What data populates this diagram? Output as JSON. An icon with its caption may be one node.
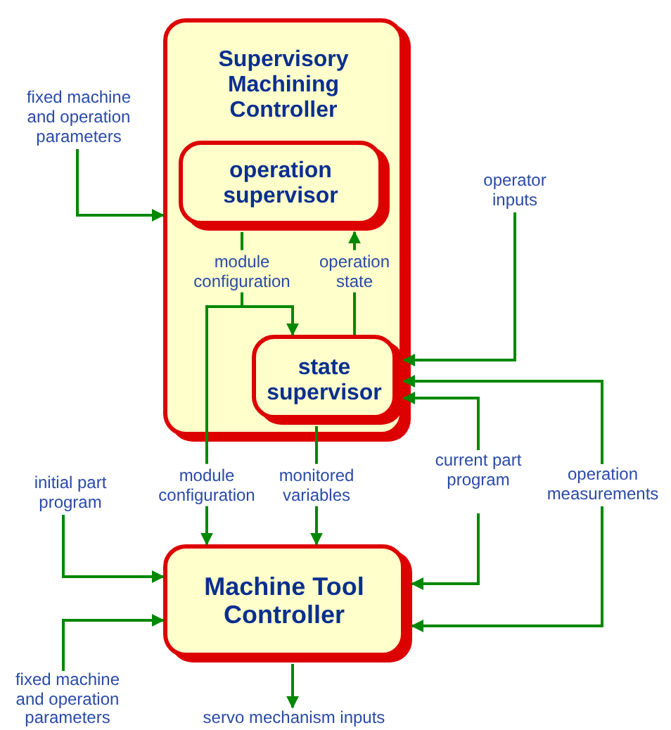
{
  "diagram": {
    "nodes": [
      {
        "text": [
          "Supervisory Machining Controller"
        ]
      },
      {
        "text": [
          "operation supervisor"
        ],
        "in": 0
      },
      {
        "text": [
          "state supervisor"
        ],
        "in": 0
      },
      {
        "text": [
          "fixed machine and operation parameters"
        ]
      },
      {
        "text": [
          "operator inputs"
        ]
      },
      {
        "text": [
          "current part program"
        ]
      },
      {
        "text": [
          "operation measurements"
        ]
      },
      {
        "text": [
          "initial part program"
        ]
      },
      {
        "text": [
          "Machine Tool Controller"
        ]
      },
      {
        "text": [
          "fixed machine and operation parameters"
        ]
      },
      {
        "text": [
          "servo mechanism inputs"
        ]
      }
    ],
    "edges": [
      {
        "from": 3,
        "to": 0,
        "arrow": "to"
      },
      {
        "from": 1,
        "to": 2,
        "arrow": "to",
        "label": "module configuration"
      },
      {
        "from": 2,
        "to": 1,
        "arrow": "to",
        "label": "operation state"
      },
      {
        "from": 1,
        "to": 8,
        "arrow": "to",
        "label": "module configuration"
      },
      {
        "from": 2,
        "to": 8,
        "arrow": "to",
        "label": "monitored variables"
      },
      {
        "from": 4,
        "to": 2,
        "arrow": "to"
      },
      {
        "from": 6,
        "to": 2,
        "arrow": "to"
      },
      {
        "from": 5,
        "to": 2,
        "arrow": "to"
      },
      {
        "from": 5,
        "to": 8,
        "arrow": "to"
      },
      {
        "from": 6,
        "to": 8,
        "arrow": "to"
      },
      {
        "from": 7,
        "to": 8,
        "arrow": "to"
      },
      {
        "from": 9,
        "to": 8,
        "arrow": "to"
      },
      {
        "from": 8,
        "to": 10,
        "arrow": "to"
      }
    ]
  }
}
